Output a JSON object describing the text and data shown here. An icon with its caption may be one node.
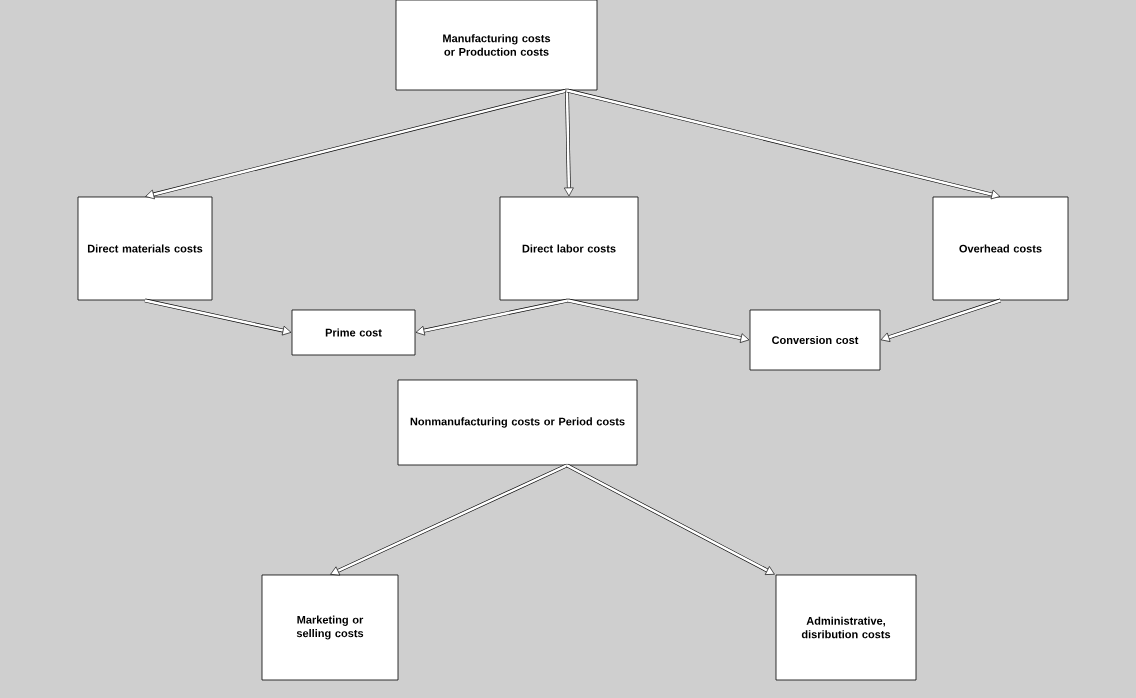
{
  "diagram": {
    "nodes": [
      {
        "text": [
          "Manufacturing costs or Production costs"
        ]
      },
      {
        "text": [
          "Direct materials costs"
        ]
      },
      {
        "text": [
          "Direct labor costs"
        ]
      },
      {
        "text": [
          "Overhead costs"
        ]
      },
      {
        "text": [
          "Prime cost"
        ]
      },
      {
        "text": [
          "Conversion cost"
        ]
      },
      {
        "text": [
          "Nonmanufacturing costs or Period costs"
        ]
      },
      {
        "text": [
          "Marketing or selling costs"
        ]
      },
      {
        "text": [
          "Administrative, disribution costs"
        ]
      }
    ],
    "edges": [
      {
        "from": 0,
        "to": 1,
        "arrow": "to"
      },
      {
        "from": 0,
        "to": 2,
        "arrow": "to"
      },
      {
        "from": 0,
        "to": 3,
        "arrow": "to"
      },
      {
        "from": 1,
        "to": 4,
        "arrow": "to"
      },
      {
        "from": 2,
        "to": 4,
        "arrow": "to"
      },
      {
        "from": 2,
        "to": 5,
        "arrow": "to"
      },
      {
        "from": 3,
        "to": 5,
        "arrow": "to"
      },
      {
        "from": 6,
        "to": 7,
        "arrow": "to"
      },
      {
        "from": 6,
        "to": 8,
        "arrow": "to"
      }
    ]
  }
}
